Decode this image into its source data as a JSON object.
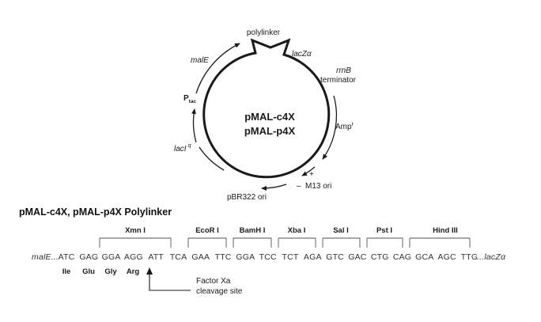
{
  "plasmid": {
    "names": [
      "pMAL-c4X",
      "pMAL-p4X"
    ],
    "features": {
      "polylinker": "polylinker",
      "lacz": "lacZα",
      "rrnb": "rrnB",
      "terminator": "terminator",
      "amp": "Amp",
      "amp_sup": "r",
      "m13": "M13  ori",
      "m13_minus": "–",
      "m13_plus": "+",
      "pbr322": "pBR322  ori",
      "laci": "lacI",
      "laci_sup": "q",
      "ptac": "P",
      "ptac_sub": "tac",
      "male": "malE"
    }
  },
  "polylinker": {
    "heading": "pMAL-c4X, pMAL-p4X Polylinker",
    "sites": [
      "Xmn I",
      "EcoR I",
      "BamH I",
      "Xba I",
      "Sal I",
      "Pst I",
      "Hind III"
    ],
    "sequence_prefix": "malE...",
    "codons": [
      "ATC",
      "GAG",
      "GGA",
      "AGG",
      "ATT",
      "TCA",
      "GAA",
      "TTC",
      "GGA",
      "TCC",
      "TCT",
      "AGA",
      "GTC",
      "GAC",
      "CTG",
      "CAG",
      "GCA",
      "AGC",
      "TTG"
    ],
    "sequence_suffix": "...lacZα",
    "amino_acids": [
      "Ile",
      "Glu",
      "Gly",
      "Arg"
    ],
    "cleavage_label": [
      "Factor Xa",
      "cleavage site"
    ]
  },
  "colors": {
    "ink": "#1a1a1a",
    "sequence": "#333333",
    "bracket": "#555555"
  }
}
